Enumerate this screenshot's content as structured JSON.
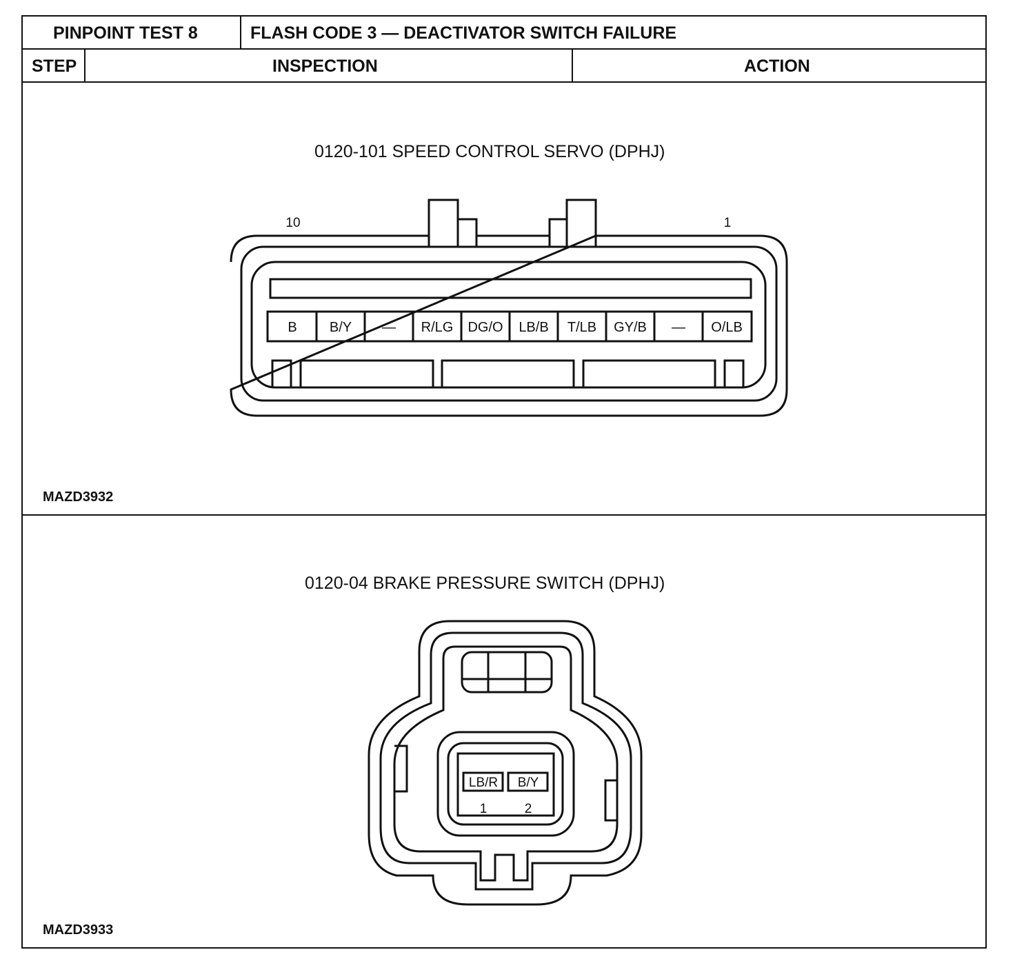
{
  "header": {
    "test_label": "PINPOINT TEST 8",
    "test_title": "FLASH CODE 3 — DEACTIVATOR SWITCH FAILURE",
    "col_step": "STEP",
    "col_inspection": "INSPECTION",
    "col_action": "ACTION"
  },
  "figure1": {
    "title": "0120-101 SPEED CONTROL SERVO (DPHJ)",
    "pin_left": "10",
    "pin_right": "1",
    "terminals": [
      "B",
      "B/Y",
      "—",
      "R/LG",
      "DG/O",
      "LB/B",
      "T/LB",
      "GY/B",
      "—",
      "O/LB"
    ],
    "code": "MAZD3932"
  },
  "figure2": {
    "title": "0120-04 BRAKE PRESSURE SWITCH (DPHJ)",
    "terminals": [
      "LB/R",
      "B/Y"
    ],
    "pin_numbers": [
      "1",
      "2"
    ],
    "code": "MAZD3933"
  }
}
